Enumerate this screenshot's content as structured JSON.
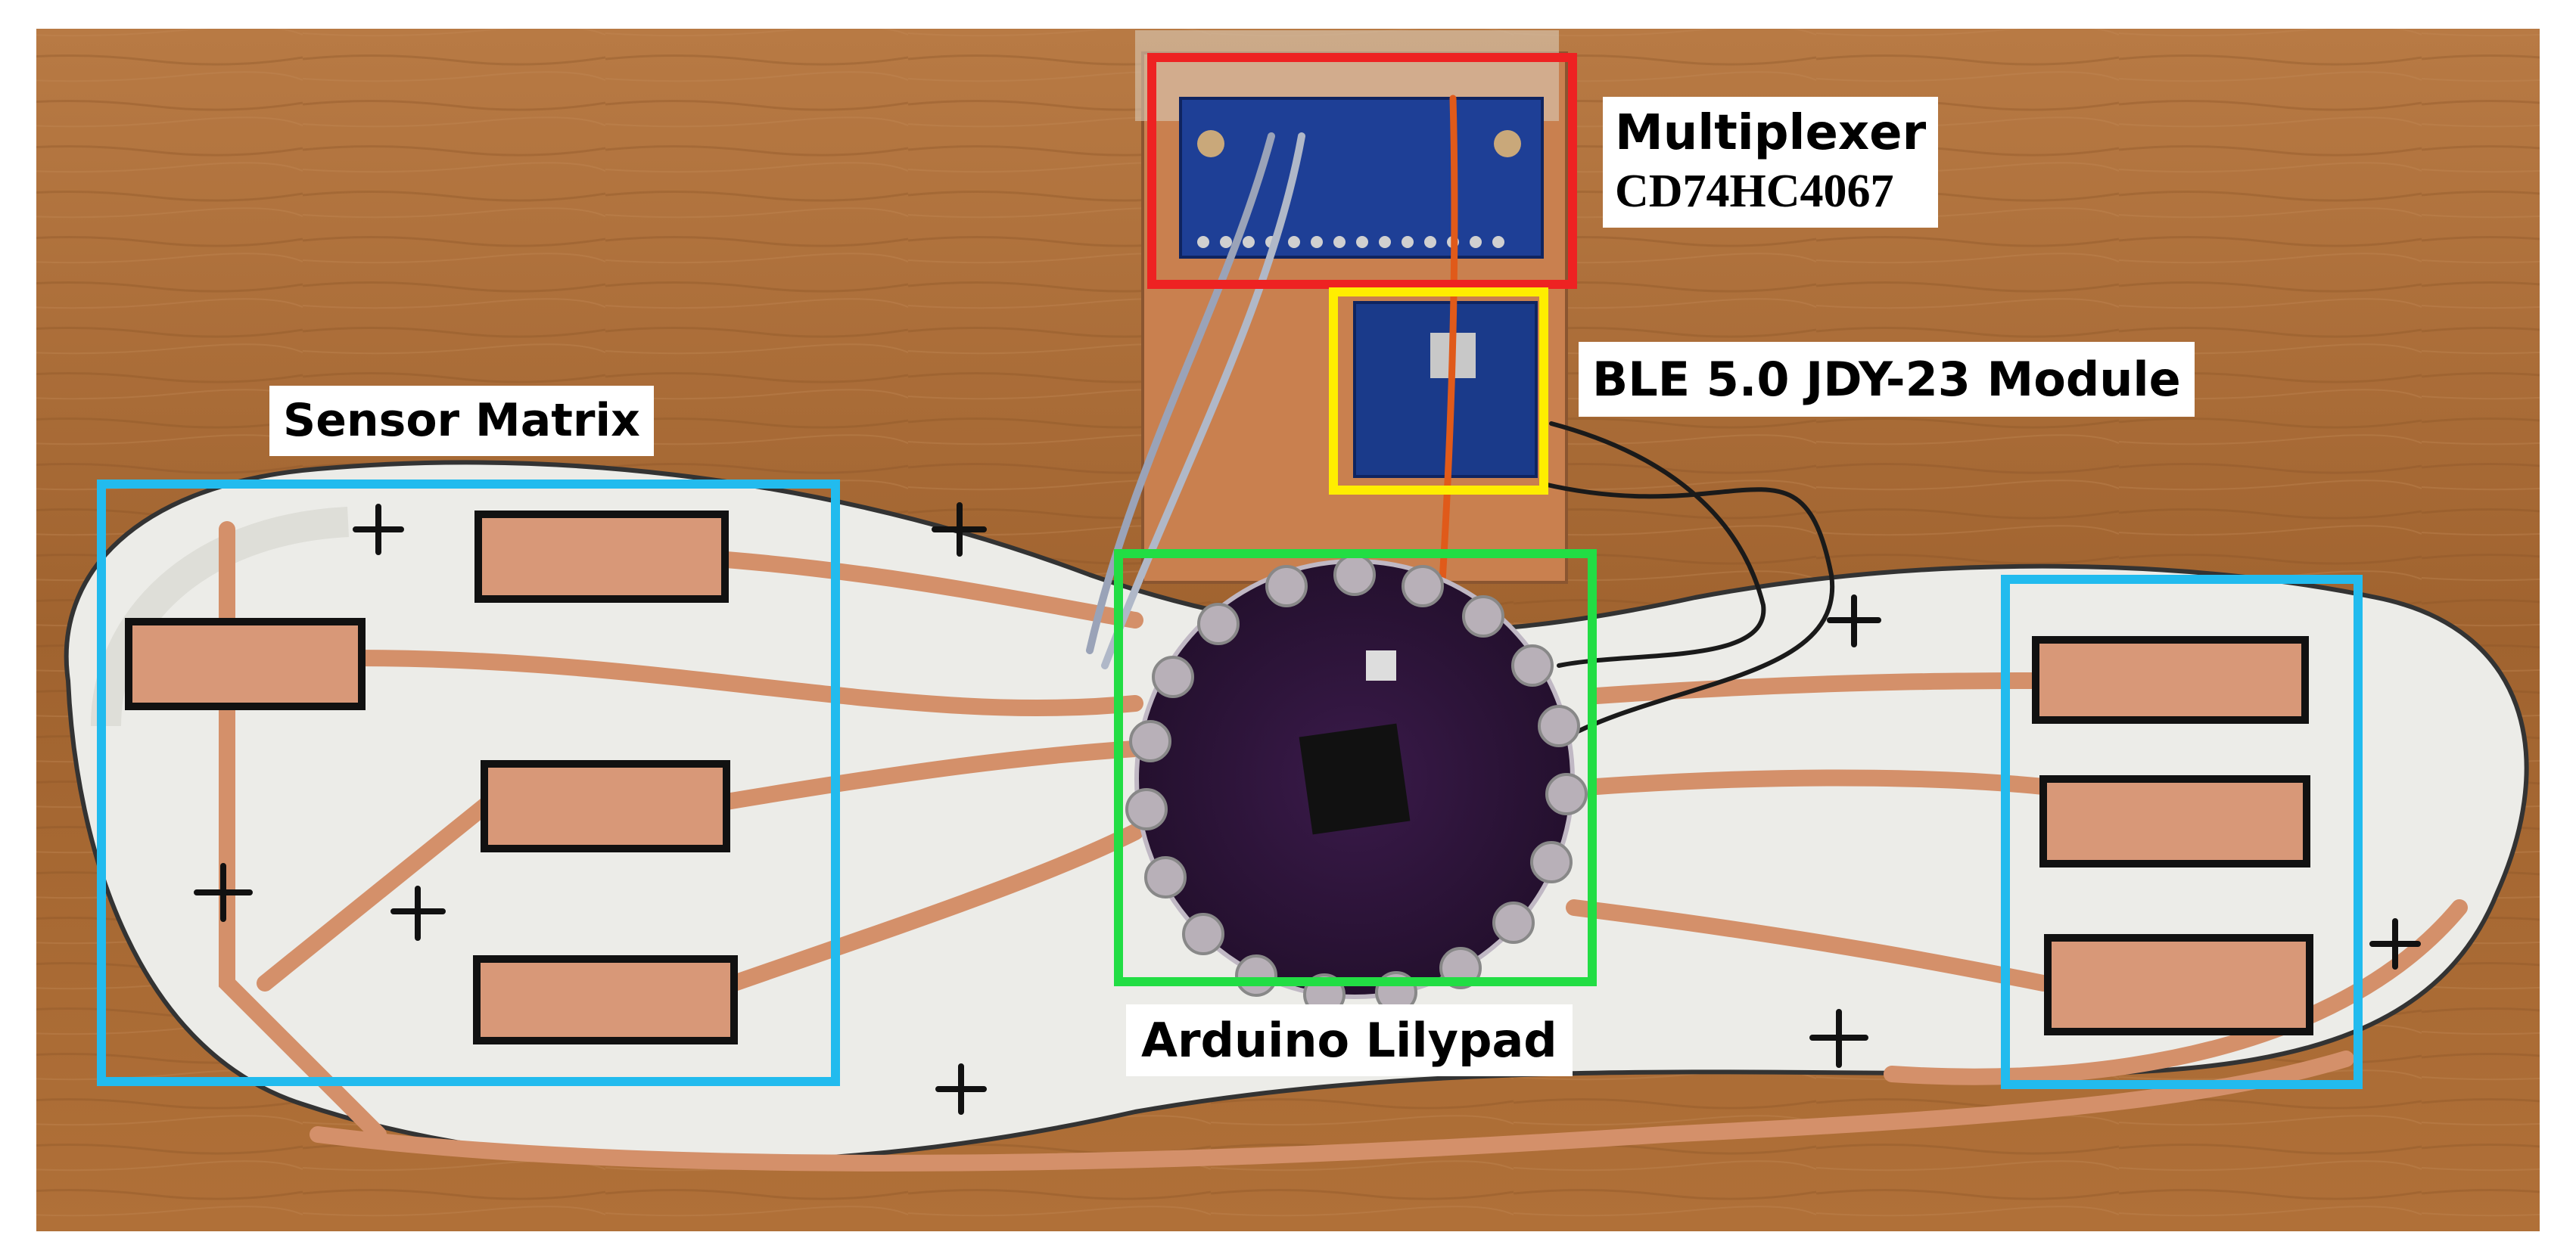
{
  "labels": {
    "multiplexer_line1": "Multiplexer",
    "multiplexer_line2": "CD74HC4067",
    "ble": "BLE 5.0 JDY-23 Module",
    "sensor_matrix": "Sensor Matrix",
    "arduino": "Arduino Lilypad"
  },
  "colors": {
    "multiplexer_box": "#ee2222",
    "ble_box": "#ffee00",
    "arduino_box": "#22dd44",
    "sensor_box": "#22bbee",
    "copper": "#d4906a",
    "insole": "#ecece8",
    "wood": "#a86a3a"
  }
}
